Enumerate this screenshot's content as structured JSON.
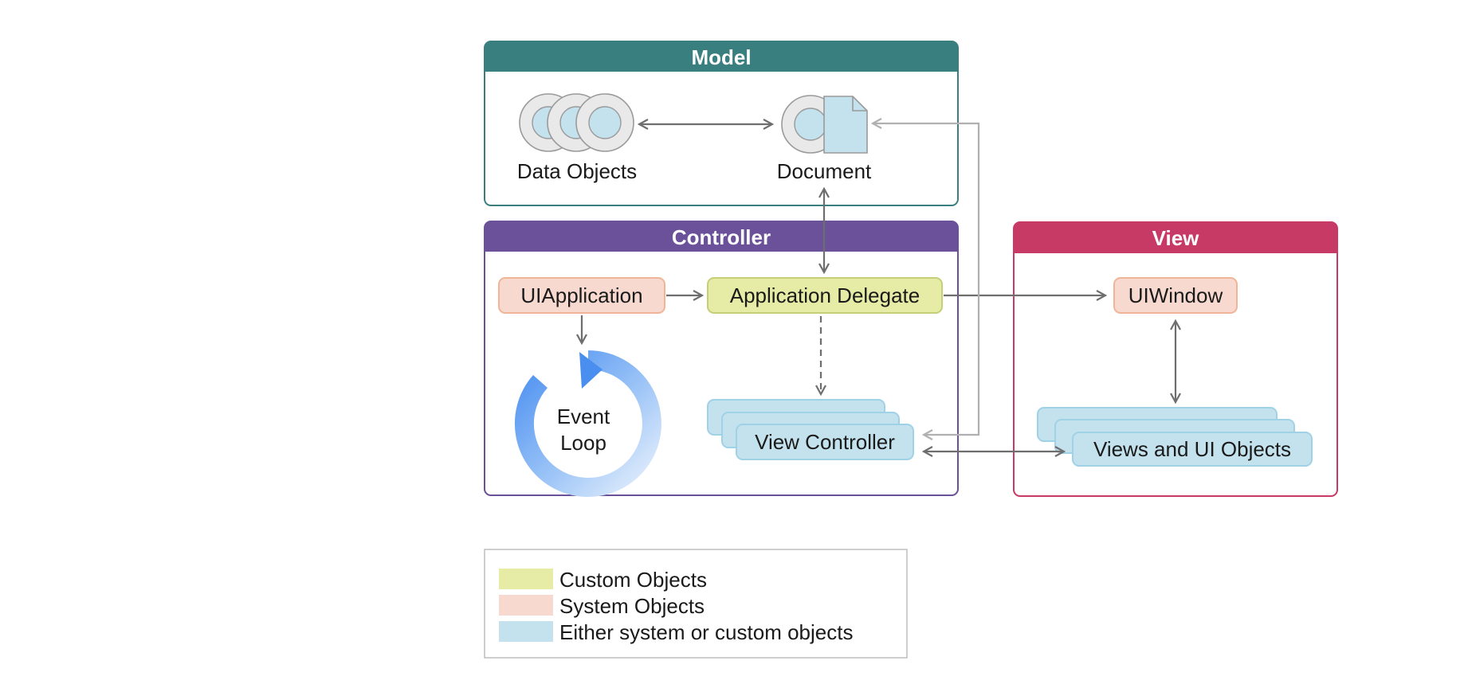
{
  "colors": {
    "model": "#3a7f7f",
    "controller": "#6b5199",
    "view": "#c73a65",
    "custom": "#e6eba6",
    "custom_border": "#c4cf78",
    "system": "#f7d9d0",
    "system_border": "#f0b596",
    "either": "#c4e2ed",
    "either_border": "#9fd2e6",
    "arrow": "#6e6e6e",
    "arrow_light": "#b0b0b0",
    "event_loop": "#6aa8f5"
  },
  "groups": {
    "model": {
      "title": "Model"
    },
    "controller": {
      "title": "Controller"
    },
    "view": {
      "title": "View"
    }
  },
  "nodes": {
    "data_objects": "Data Objects",
    "document": "Document",
    "ui_application": "UIApplication",
    "application_delegate": "Application Delegate",
    "event_loop_line1": "Event",
    "event_loop_line2": "Loop",
    "view_controller": "View Controller",
    "ui_window": "UIWindow",
    "views_ui_objects": "Views and UI Objects"
  },
  "legend": {
    "items": [
      {
        "label": "Custom Objects",
        "kind": "custom"
      },
      {
        "label": "System Objects",
        "kind": "system"
      },
      {
        "label": "Either system or custom objects",
        "kind": "either"
      }
    ]
  }
}
